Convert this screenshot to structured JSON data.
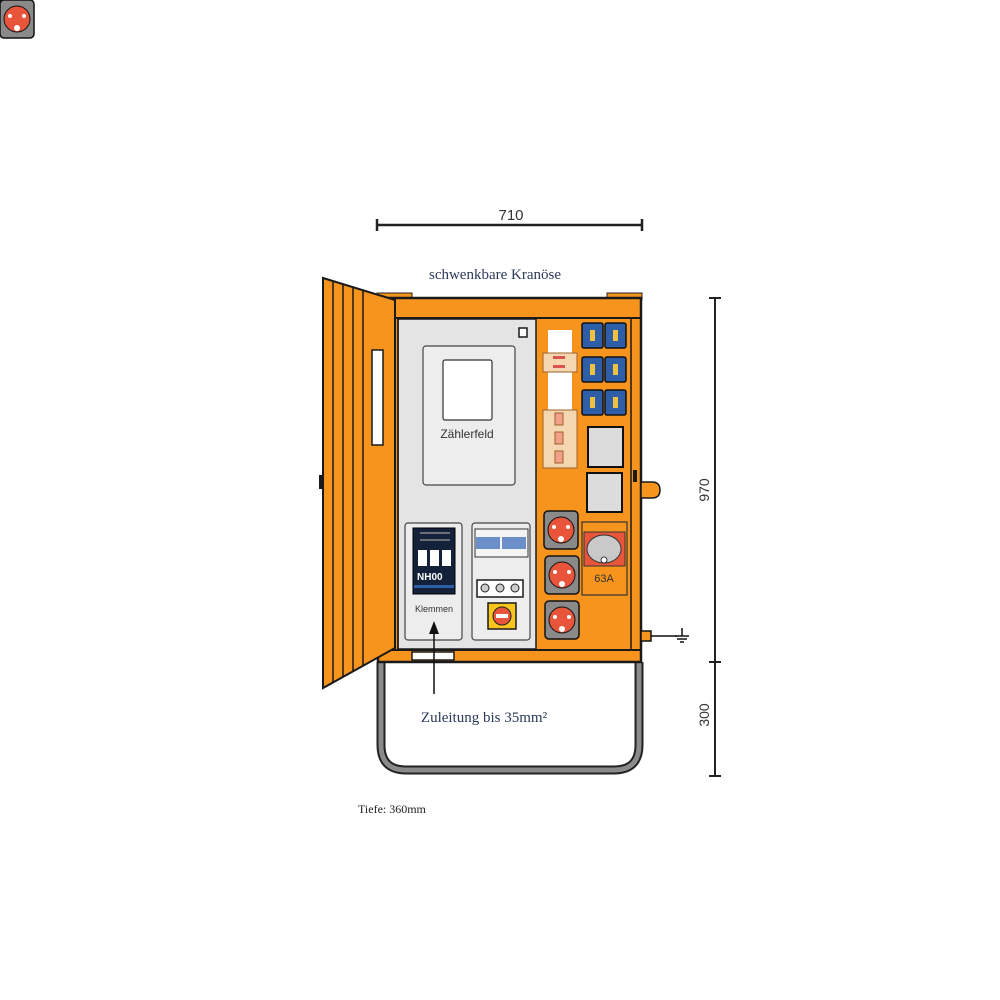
{
  "dimensions": {
    "width_label": "710",
    "height_label": "970",
    "frame_height_label": "300",
    "depth_label": "Tiefe: 360mm"
  },
  "annotations": {
    "crane_eye": "schwenkbare Kranöse",
    "supply": "Zuleitung bis 35mm²"
  },
  "panel": {
    "meter_field": "Zählerfeld",
    "fuse_label": "NH00",
    "terminals": "Klemmen",
    "cee_rating": "63A"
  },
  "colors": {
    "housing": "#f7941d",
    "outline": "#1a1a1a",
    "panel": "#e4e4e4",
    "schuko_socket": "#2f5ea8",
    "cee_socket": "#e8553a",
    "frame": "#8a8a8a",
    "annotation_text": "#2b3a5a"
  }
}
